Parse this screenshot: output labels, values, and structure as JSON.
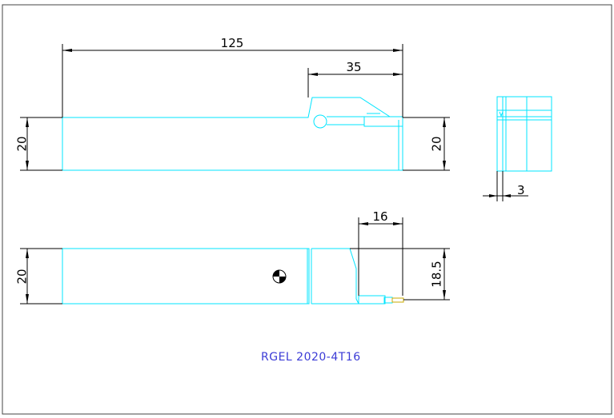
{
  "drawing": {
    "part_code": "RGEL 2020-4T16",
    "dimensions": {
      "total_length": "125",
      "head_length": "35",
      "height_left": "20",
      "height_right": "20",
      "end_view_width": "3",
      "bottom_height_left": "20",
      "cut_width": "16",
      "cut_height": "18.5"
    }
  },
  "colors": {
    "outline": "#00e5ff",
    "dimension": "#000000",
    "title": "#3b3bd6"
  }
}
